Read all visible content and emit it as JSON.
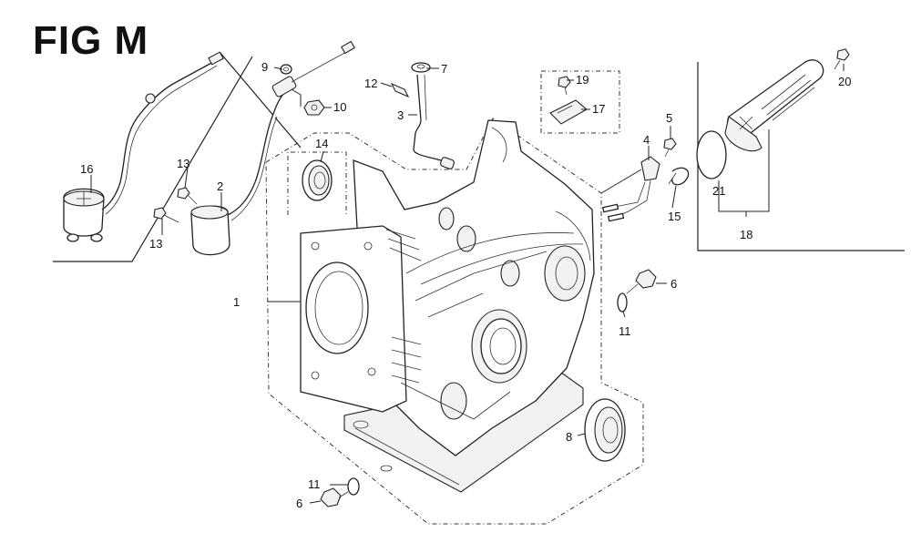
{
  "figure": {
    "title": "FIG M"
  },
  "callouts": [
    {
      "id": "c1",
      "text": "1"
    },
    {
      "id": "c2",
      "text": "2"
    },
    {
      "id": "c3",
      "text": "3"
    },
    {
      "id": "c4",
      "text": "4"
    },
    {
      "id": "c5",
      "text": "5"
    },
    {
      "id": "c6a",
      "text": "6"
    },
    {
      "id": "c6b",
      "text": "6"
    },
    {
      "id": "c7",
      "text": "7"
    },
    {
      "id": "c8",
      "text": "8"
    },
    {
      "id": "c9",
      "text": "9"
    },
    {
      "id": "c10",
      "text": "10"
    },
    {
      "id": "c11a",
      "text": "11"
    },
    {
      "id": "c11b",
      "text": "11"
    },
    {
      "id": "c12",
      "text": "12"
    },
    {
      "id": "c13a",
      "text": "13"
    },
    {
      "id": "c13b",
      "text": "13"
    },
    {
      "id": "c14",
      "text": "14"
    },
    {
      "id": "c15",
      "text": "15"
    },
    {
      "id": "c16",
      "text": "16"
    },
    {
      "id": "c17",
      "text": "17"
    },
    {
      "id": "c18",
      "text": "18"
    },
    {
      "id": "c19",
      "text": "19"
    },
    {
      "id": "c20",
      "text": "20"
    },
    {
      "id": "c21",
      "text": "21"
    }
  ]
}
